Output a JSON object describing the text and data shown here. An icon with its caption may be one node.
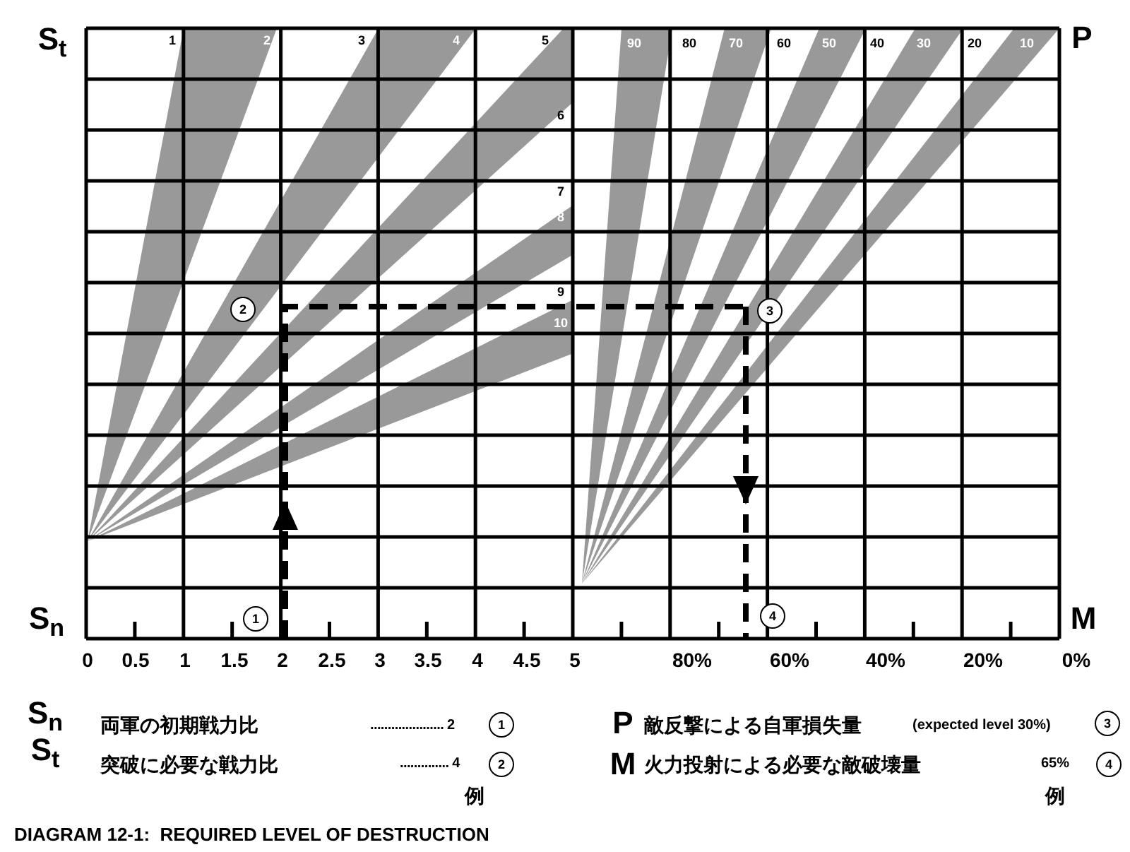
{
  "diagram": {
    "caption": "DIAGRAM 12-1:  REQUIRED LEVEL OF DESTRUCTION",
    "labels": [
      "S$_{t}$",
      "1",
      "2",
      "3",
      "4",
      "5",
      "90",
      "80",
      "70",
      "60",
      "50",
      "40",
      "30",
      "20",
      "10",
      "P",
      "6",
      "7",
      "8",
      "9",
      "10",
      "2",
      "3",
      "S$_{n}$",
      "1",
      "4",
      "M",
      "0",
      "0.5",
      "1",
      "1.5",
      "2",
      "2.5",
      "3",
      "3.5",
      "4",
      "4.5",
      "5",
      "80%",
      "60%",
      "40%",
      "20%",
      "0%",
      "S$_{n}$",
      "両軍の初期戦力比",
      "..................... 2",
      "1",
      "P",
      "敵反撃による自軍損失量",
      "(expected level 30%)",
      "3",
      "S$_{t}$",
      "突破に必要な戦力比",
      ".............. 4",
      "2",
      "M",
      "火力投射による必要な敵破壊量",
      "65%",
      "4",
      "例",
      "例"
    ]
  }
}
